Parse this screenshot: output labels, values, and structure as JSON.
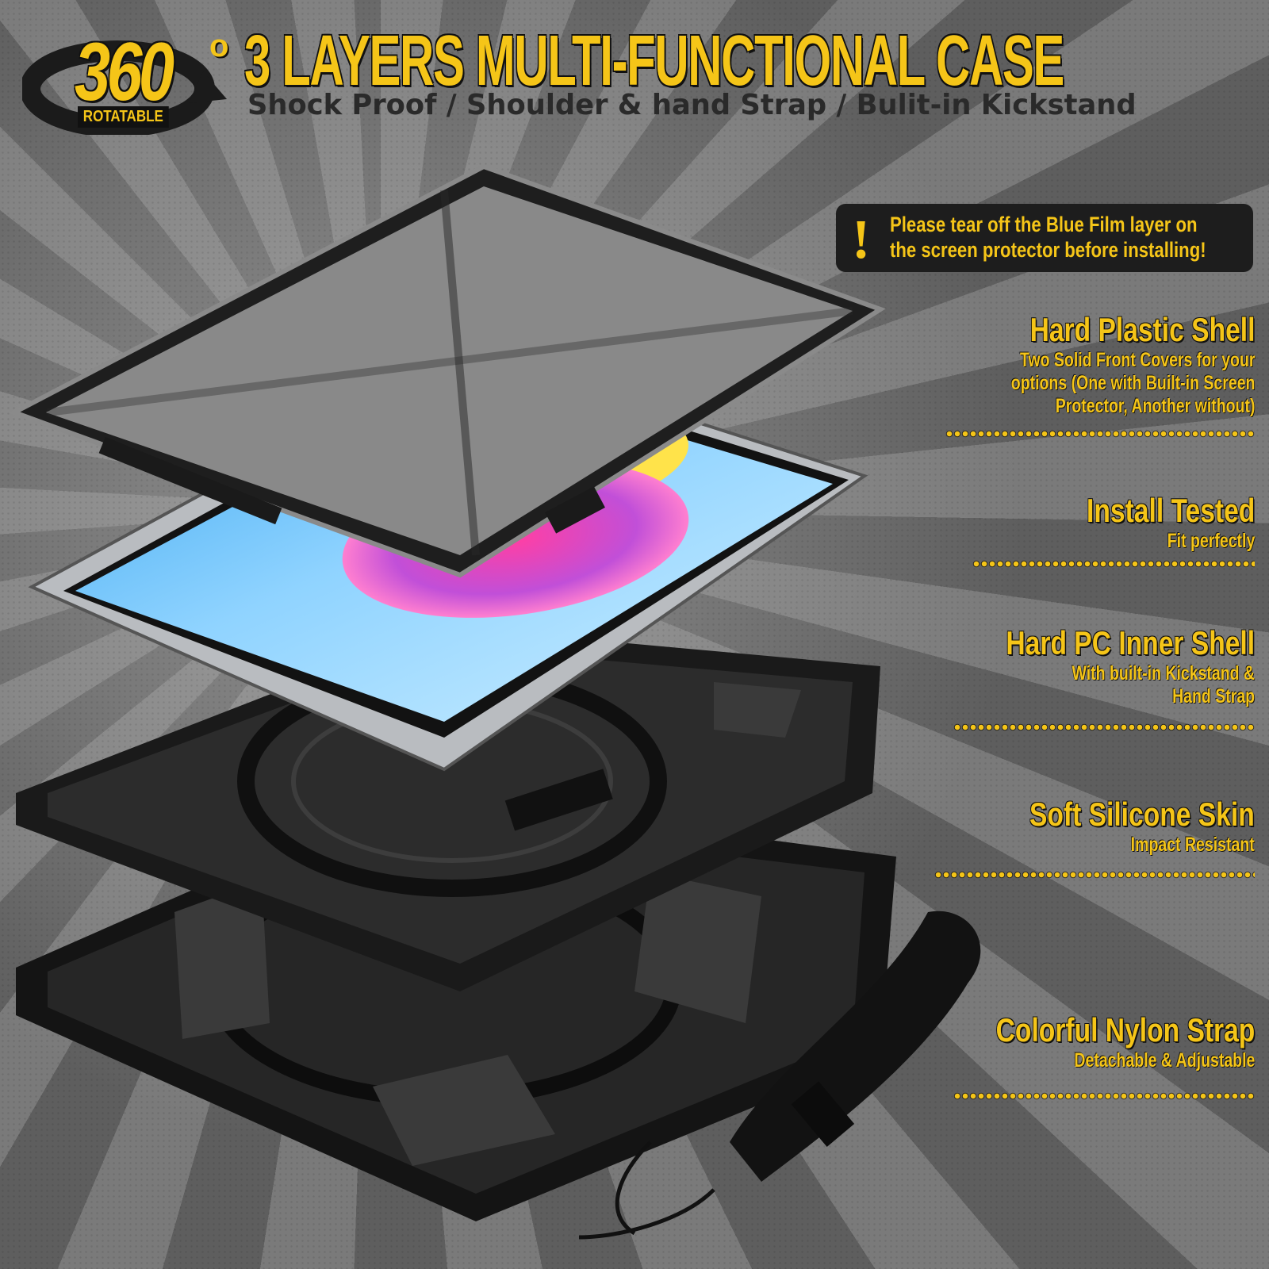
{
  "badge": {
    "number": "360",
    "degree": "o",
    "label": "ROTATABLE"
  },
  "title": "3 LAYERS MULTI-FUNCTIONAL CASE",
  "subtitle": "Shock Proof / Shoulder & hand Strap / Bulit-in Kickstand",
  "warning": {
    "icon": "exclamation-icon",
    "line1": "Please tear off the Blue Film layer on",
    "line2": "the screen protector before installing!"
  },
  "features": [
    {
      "title": "Hard Plastic Shell",
      "desc": "Two Solid Front Covers for your\noptions (One with Built-in Screen\nProtector, Another without)"
    },
    {
      "title": "Install Tested",
      "desc": "Fit perfectly"
    },
    {
      "title": "Hard PC Inner Shell",
      "desc": "With built-in Kickstand &\nHand Strap"
    },
    {
      "title": "Soft Silicone Skin",
      "desc": "Impact Resistant"
    },
    {
      "title": "Colorful Nylon Strap",
      "desc": "Detachable & Adjustable"
    }
  ],
  "colors": {
    "accent": "#f5c518",
    "dark": "#1d1d1d",
    "background": "#6f6f6f"
  }
}
